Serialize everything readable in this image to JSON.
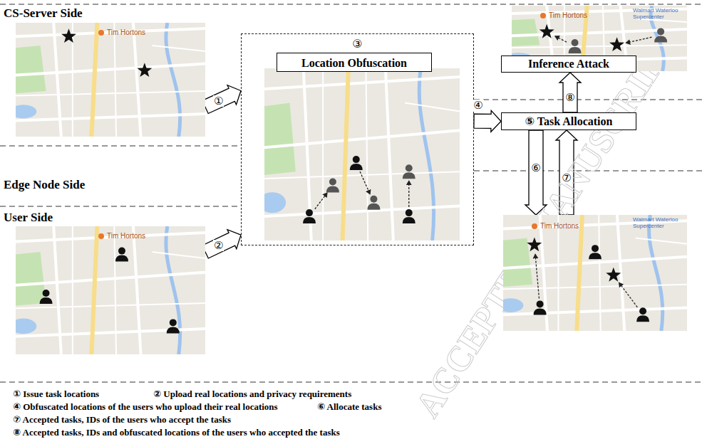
{
  "diagram": {
    "nodes": [
      {
        "text": [
          "Tim Hortons"
        ]
      },
      {
        "text": [
          "Walmart Waterloo Supercenter",
          "Tim Hortons"
        ]
      },
      {
        "text": [
          "Inference Attack"
        ]
      },
      {
        "text": [
          "③"
        ]
      },
      {
        "text": [
          "Location Obfuscation"
        ],
        "in": 3
      },
      {
        "text": [
          "⑤ Task Allocation"
        ]
      },
      {
        "text": [
          "Tim Hortons"
        ]
      },
      {
        "text": [
          "Walmart Waterloo Supercenter",
          "Tim Hortons"
        ]
      }
    ],
    "edges": [
      {
        "from": 0,
        "to": 3,
        "arrow": "to",
        "label": "①"
      },
      {
        "from": 6,
        "to": 3,
        "arrow": "to",
        "label": "②"
      },
      {
        "from": 3,
        "to": 5,
        "arrow": "to",
        "label": "④"
      },
      {
        "from": 5,
        "to": 7,
        "arrow": "to",
        "label": "⑥"
      },
      {
        "from": 7,
        "to": 5,
        "arrow": "to",
        "label": "⑦"
      },
      {
        "from": 5,
        "to": 2,
        "arrow": "to",
        "label": "⑧"
      }
    ],
    "labels": [
      "CS-Server Side",
      "Edge Node Side",
      "User Side",
      "① Issue task locations",
      "② Upload real locations and privacy requirements",
      "④ Obfuscated locations of the users who upload their real locations",
      "⑥ Allocate tasks",
      "⑦ Accepted tasks, IDs of the users who accept the tasks",
      "⑧ Accepted tasks, IDs and obfuscated locations of the users who accepted the tasks",
      "ACCEPTED MANUSCRIPT"
    ]
  }
}
